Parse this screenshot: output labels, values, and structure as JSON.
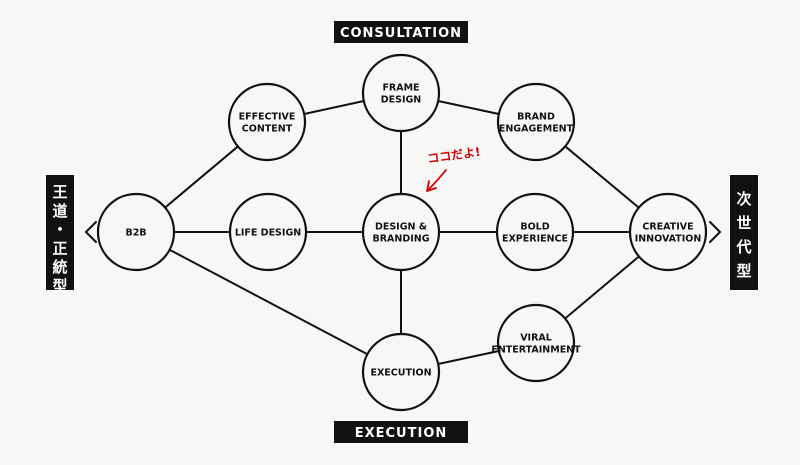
{
  "banners": {
    "top": "CONSULTATION",
    "bottom": "EXECUTION"
  },
  "sides": {
    "left": "王道・正統型",
    "right": "次世代型"
  },
  "annotation": {
    "text": "ココだよ!",
    "color": "#d40000"
  },
  "nodes": {
    "frame_design": [
      "FRAME",
      "DESIGN"
    ],
    "effective_content": [
      "EFFECTIVE",
      "CONTENT"
    ],
    "brand_engagement": [
      "BRAND",
      "ENGAGEMENT"
    ],
    "b2b": [
      "B2B"
    ],
    "life_design": [
      "LIFE DESIGN"
    ],
    "design_branding": [
      "DESIGN &",
      "BRANDING"
    ],
    "bold_experience": [
      "BOLD",
      "EXPERIENCE"
    ],
    "creative_innovation": [
      "CREATIVE",
      "INNOVATION"
    ],
    "viral_entertainment": [
      "VIRAL",
      "ENTERTAINMENT"
    ],
    "execution": [
      "EXECUTION"
    ]
  },
  "edges": [
    [
      "frame_design",
      "effective_content"
    ],
    [
      "frame_design",
      "brand_engagement"
    ],
    [
      "frame_design",
      "design_branding"
    ],
    [
      "effective_content",
      "b2b"
    ],
    [
      "brand_engagement",
      "creative_innovation"
    ],
    [
      "b2b",
      "life_design"
    ],
    [
      "life_design",
      "design_branding"
    ],
    [
      "design_branding",
      "bold_experience"
    ],
    [
      "bold_experience",
      "creative_innovation"
    ],
    [
      "design_branding",
      "execution"
    ],
    [
      "b2b",
      "execution"
    ],
    [
      "execution",
      "viral_entertainment"
    ],
    [
      "viral_entertainment",
      "creative_innovation"
    ]
  ],
  "colors": {
    "ink": "#111111",
    "background": "#f7f7f5",
    "banner": "#111111"
  }
}
